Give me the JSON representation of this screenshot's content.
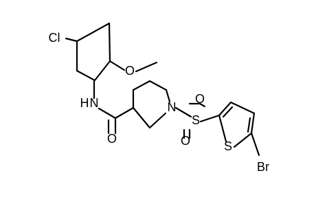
{
  "atom_labels": {
    "chlorine": "Cl",
    "ether_oxygen": "O",
    "amide_nitrogen": "N",
    "amide_hydrogen": "H",
    "carbonyl_oxygen": "O",
    "piperidine_nitrogen": "N",
    "sulfonyl_sulfur": "S",
    "sulfonyl_oxygen_top": "O",
    "sulfonyl_oxygen_bottom": "O",
    "thiophene_sulfur": "S",
    "bromine": "Br"
  },
  "colors": {
    "bond": "#000000",
    "label": "#000000",
    "background": "#ffffff"
  }
}
